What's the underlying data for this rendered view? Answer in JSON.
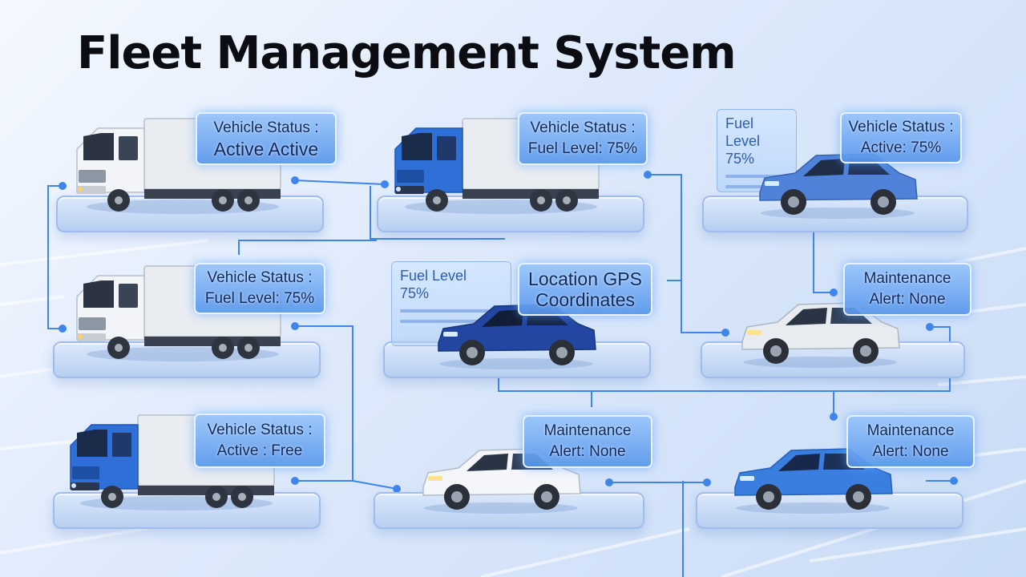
{
  "page": {
    "title": "Fleet Management System"
  },
  "colors": {
    "accent": "#3b82f6",
    "connector": "#3f86ec",
    "panel": "#7fb2f2",
    "truck_white": "#e9ecf1",
    "truck_blue": "#2f6fd8"
  },
  "vehicles": [
    {
      "kind": "truck",
      "color": "white",
      "panels": [
        "Vehicle Status :",
        "Active Active"
      ],
      "icon": "box-truck-icon"
    },
    {
      "kind": "truck",
      "color": "blue",
      "panels": [
        "Vehicle Status :",
        "Fuel Level: 75%"
      ],
      "icon": "box-truck-icon"
    },
    {
      "kind": "car",
      "color": "blue",
      "panels": [
        "Vehicle Status :",
        "Active: 75%"
      ],
      "glass": [
        "Fuel Level",
        "75%"
      ],
      "icon": "sedan-icon"
    },
    {
      "kind": "truck",
      "color": "white",
      "panels": [
        "Vehicle Status :",
        "Fuel Level: 75%"
      ],
      "icon": "box-truck-icon"
    },
    {
      "kind": "car",
      "color": "navy",
      "panels": [
        "Location GPS",
        "Coordinates"
      ],
      "glass": [
        "Fuel Level",
        "75%"
      ],
      "icon": "sedan-icon"
    },
    {
      "kind": "car",
      "color": "white",
      "panels": [
        "Maintenance",
        "Alert: None"
      ],
      "icon": "sedan-icon"
    },
    {
      "kind": "truck",
      "color": "blue",
      "panels": [
        "Vehicle Status :",
        "Active : Free"
      ],
      "icon": "box-truck-icon"
    },
    {
      "kind": "car",
      "color": "white",
      "panels": [
        "Maintenance",
        "Alert: None"
      ],
      "icon": "sedan-icon"
    },
    {
      "kind": "car",
      "color": "blue",
      "panels": [
        "Maintenance",
        "Alert: None"
      ],
      "icon": "sedan-icon"
    }
  ]
}
